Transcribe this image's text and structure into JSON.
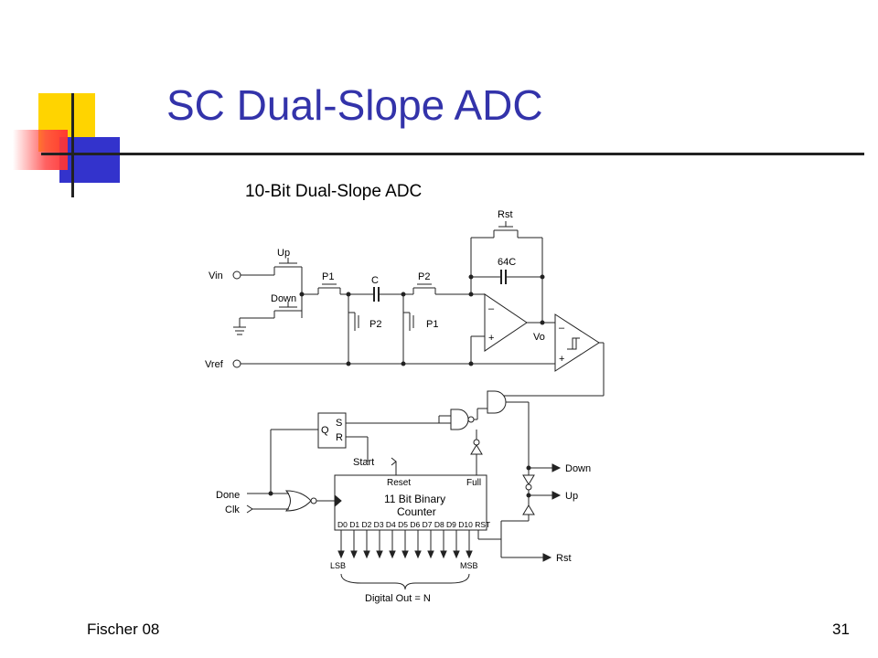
{
  "slide": {
    "title": "SC Dual-Slope ADC",
    "subtitle": "10-Bit Dual-Slope ADC",
    "footer_left": "Fischer 08",
    "page_number": "31"
  },
  "diagram": {
    "labels": {
      "vin": "Vin",
      "vref": "Vref",
      "up_switch": "Up",
      "down_switch": "Down",
      "p1_top": "P1",
      "c": "C",
      "p2_top": "P2",
      "p2_shunt": "P2",
      "p1_shunt": "P1",
      "rst_top": "Rst",
      "cap_64c": "64C",
      "opamp_minus": "–",
      "opamp_plus": "+",
      "vo": "Vo",
      "comp_minus": "–",
      "comp_plus": "+",
      "sr_s": "S",
      "sr_r": "R",
      "sr_q": "Q",
      "start": "Start",
      "reset": "Reset",
      "full": "Full",
      "counter_line1": "11 Bit Binary",
      "counter_line2": "Counter",
      "bits": "D0  D1  D2  D3  D4  D5  D6  D7  D8 D9  D10  RST",
      "done": "Done",
      "clk": "Clk",
      "down_out": "Down",
      "up_out": "Up",
      "rst_out": "Rst",
      "lsb": "LSB",
      "msb": "MSB",
      "digital_out": "Digital Out = N"
    }
  },
  "colors": {
    "title": "#3333aa",
    "deco_yellow": "#ffd400",
    "deco_blue": "#3333cc",
    "deco_red": "#ff4040"
  }
}
